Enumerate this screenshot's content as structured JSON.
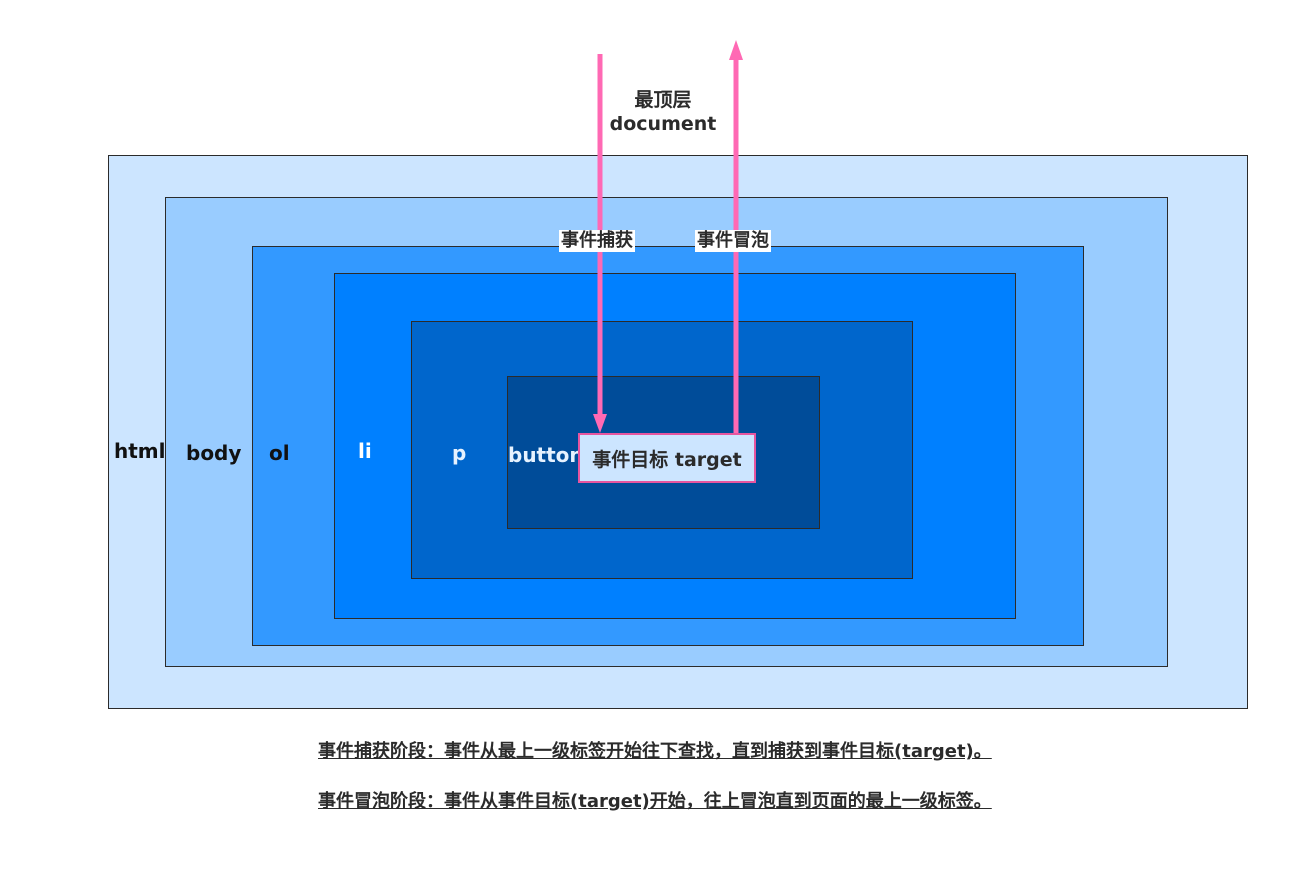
{
  "layers": {
    "html": "html",
    "body": "body",
    "ol": "ol",
    "li": "li",
    "p": "p",
    "button": "button"
  },
  "top_label": {
    "line1": "最顶层",
    "line2": "document"
  },
  "target_label": "事件目标 target",
  "arrows": {
    "capture_label": "事件捕获",
    "bubble_label": "事件冒泡",
    "color": "#ff69b4"
  },
  "descriptions": {
    "capture": "事件捕获阶段：事件从最上一级标签开始往下查找，直到捕获到事件目标(target)。",
    "bubble": "事件冒泡阶段：事件从事件目标(target)开始，往上冒泡直到页面的最上一级标签。"
  },
  "colors": {
    "html": "#cce5ff",
    "body": "#99ccff",
    "ol": "#3399ff",
    "li": "#0080ff",
    "p": "#0066cc",
    "button": "#004c99",
    "target_border": "#e6559f"
  }
}
